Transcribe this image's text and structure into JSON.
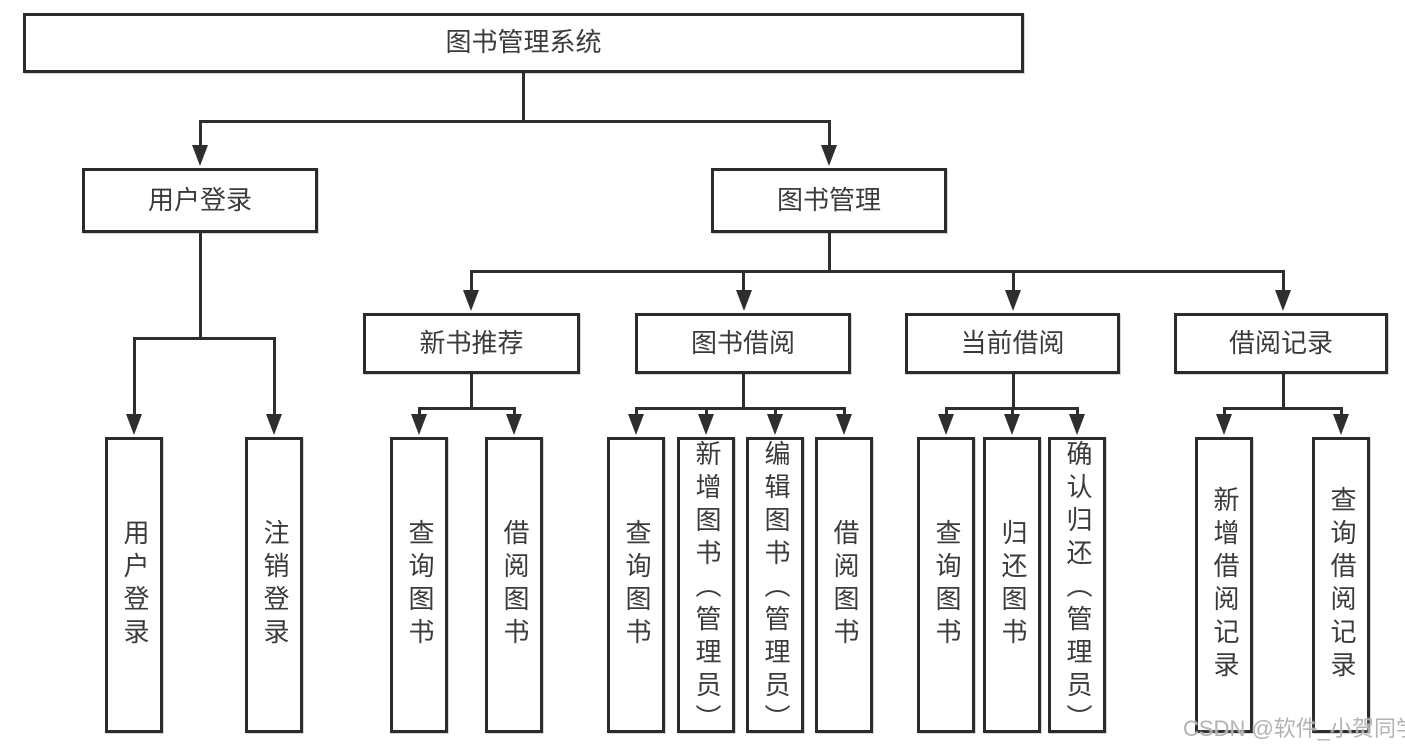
{
  "diagram": {
    "tree": {
      "label": "图书管理系统",
      "children": [
        {
          "label": "用户登录",
          "children": [
            {
              "label": "用户登录"
            },
            {
              "label": "注销登录"
            }
          ]
        },
        {
          "label": "图书管理",
          "children": [
            {
              "label": "新书推荐",
              "children": [
                {
                  "label": "查询图书"
                },
                {
                  "label": "借阅图书"
                }
              ]
            },
            {
              "label": "图书借阅",
              "children": [
                {
                  "label": "查询图书"
                },
                {
                  "label": "新增图书（管理员）"
                },
                {
                  "label": "编辑图书（管理员）"
                },
                {
                  "label": "借阅图书"
                }
              ]
            },
            {
              "label": "当前借阅",
              "children": [
                {
                  "label": "查询图书"
                },
                {
                  "label": "归还图书"
                },
                {
                  "label": "确认归还（管理员）"
                }
              ]
            },
            {
              "label": "借阅记录",
              "children": [
                {
                  "label": "新增借阅记录"
                },
                {
                  "label": "查询借阅记录"
                }
              ]
            }
          ]
        }
      ]
    }
  },
  "watermark": {
    "text": "CSDN @软件_小贺同学"
  },
  "colors": {
    "line": "#2e2e2e",
    "border": "#2b2b2b",
    "text": "#3b3b3b",
    "background": "#ffffff",
    "watermark": "#b3b3b3"
  }
}
